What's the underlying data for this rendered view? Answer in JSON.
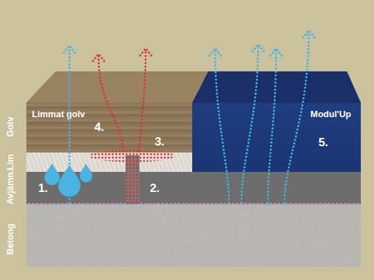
{
  "diagram": {
    "nodes": [
      {
        "text": [
          "Limmat golv"
        ]
      },
      {
        "text": [
          "Modul'Up"
        ]
      }
    ],
    "labels": [
      "Golv",
      "Lim",
      "Avjämn.",
      "Betong",
      "1.",
      "2.",
      "3.",
      "4.",
      "5."
    ]
  }
}
